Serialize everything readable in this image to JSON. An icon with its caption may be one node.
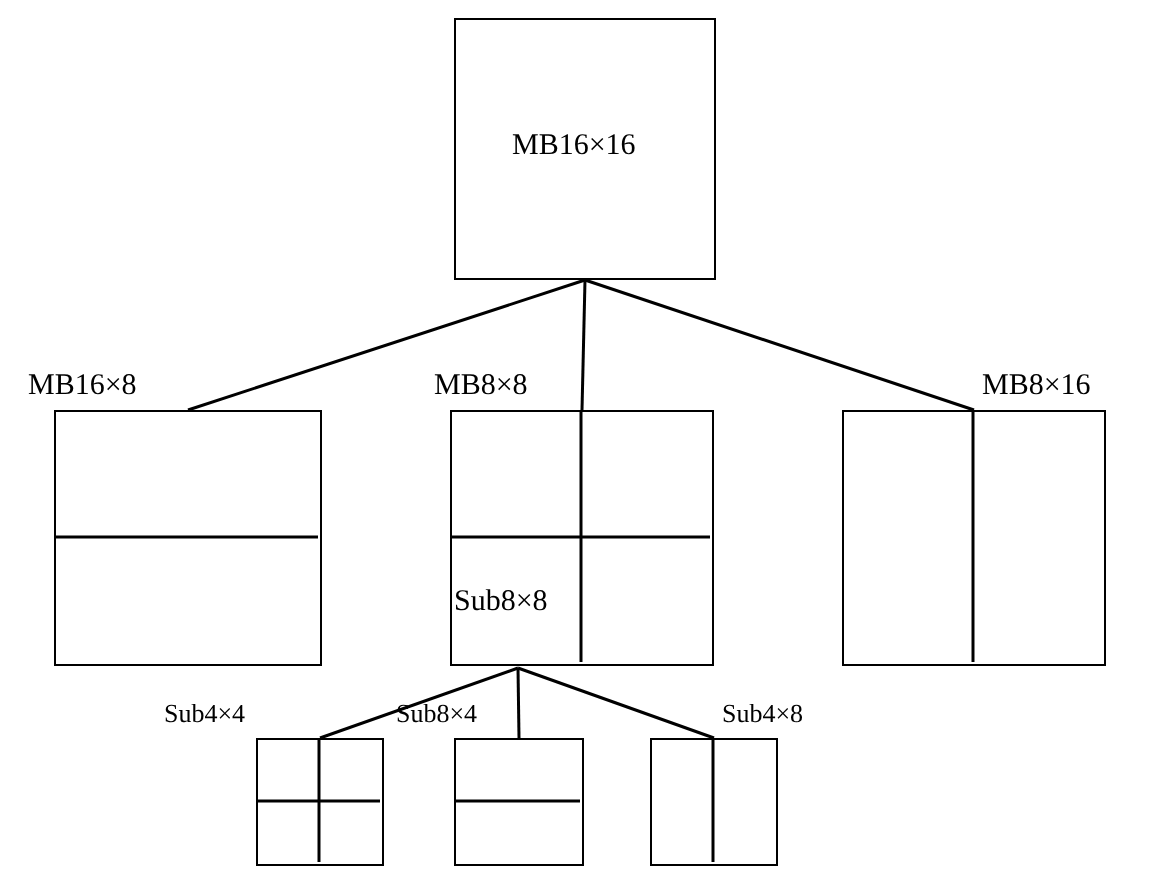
{
  "diagram": {
    "nodes": [
      {
        "text": [
          "MB16×16"
        ]
      },
      {
        "text": [
          "MB16×8"
        ]
      },
      {
        "text": [
          "MB8×8"
        ]
      },
      {
        "text": [
          "Sub8×8"
        ],
        "in": 2
      },
      {
        "text": [
          "MB8×16"
        ]
      },
      {
        "text": [
          "Sub4×4"
        ]
      },
      {
        "text": [
          "Sub8×4"
        ]
      },
      {
        "text": [
          "Sub4×8"
        ]
      }
    ],
    "edges": [
      {
        "from": 0,
        "to": 1,
        "arrow": "none"
      },
      {
        "from": 0,
        "to": 2,
        "arrow": "none"
      },
      {
        "from": 0,
        "to": 4,
        "arrow": "none"
      },
      {
        "from": 3,
        "to": 5,
        "arrow": "none"
      },
      {
        "from": 3,
        "to": 6,
        "arrow": "none"
      },
      {
        "from": 3,
        "to": 7,
        "arrow": "none"
      }
    ]
  }
}
